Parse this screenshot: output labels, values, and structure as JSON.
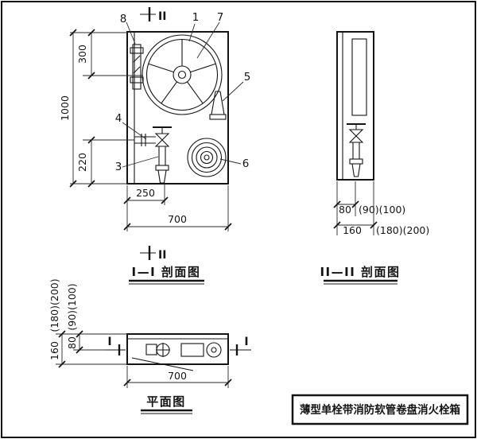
{
  "title_block": {
    "text": "薄型单栓带消防软管卷盘消火栓箱"
  },
  "front_view": {
    "caption": "I—I 剖面图",
    "section_mark": "II",
    "part_labels": {
      "p1": "1",
      "p3": "3",
      "p4": "4",
      "p5": "5",
      "p6": "6",
      "p7": "7",
      "p8": "8"
    },
    "dims": {
      "h_top": "300",
      "h_total": "1000",
      "h_bottom": "220",
      "w_pipe": "250",
      "w_total": "700"
    }
  },
  "side_view": {
    "caption": "II—II 剖面图",
    "dims": {
      "d1": "80",
      "d1_alt": "(90)(100)",
      "d2": "160",
      "d2_alt": "(180)(200)"
    }
  },
  "plan_view": {
    "caption": "平面图",
    "section_mark": "I",
    "dims": {
      "d_back": "80",
      "d_back_alt": "(90)(100)",
      "d_total": "160",
      "d_total_alt": "(180)(200)",
      "w_total": "700"
    }
  },
  "colors": {
    "ink": "#141414",
    "paper": "#ffffff"
  }
}
